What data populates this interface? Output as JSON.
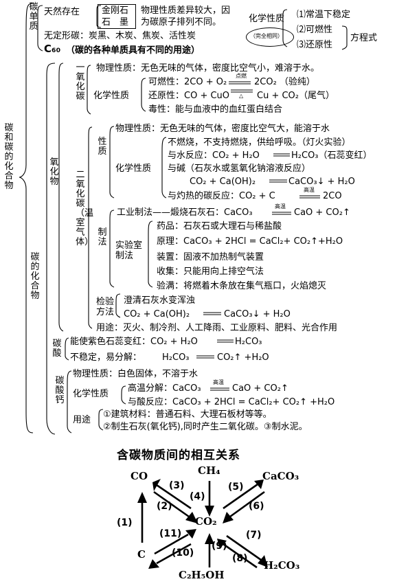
{
  "root": {
    "label": "碳和碳的化合物"
  },
  "carbon": {
    "branch": "碳单质",
    "natural_label": "天然存在",
    "diamond": "金刚石",
    "graphite": "石　墨",
    "natural_note1": "物理性质差异较大，因",
    "natural_note2": "为碳原子排列不同。",
    "chem_prop_label": "化学性质",
    "same_note": "（完全相同）",
    "props": [
      "⑴常温下稳定",
      "⑵可燃性",
      "⑶还原性"
    ],
    "equation_label": "方程式",
    "amorphous": "无定形碳：炭黑、木炭、焦炭、活性炭",
    "c60_formula": "C₆₀",
    "c60_note": "（碳的各种单质具有不同的用途）"
  },
  "compounds": {
    "branch": "碳的化合物",
    "oxide_branch": "氧化物",
    "co": {
      "branch": "一氧化碳",
      "physical": "物理性质：无色无味的气体，密度比空气小，难溶于水。",
      "chem_label": "化学性质",
      "combust": "可燃性：2CO + O₂",
      "combust_cond": "点燃",
      "combust_rhs": "2CO₂  （验纯）",
      "reduce": "还原性：CO + CuO",
      "reduce_cond": "△",
      "reduce_rhs": "Cu + CO₂（尾气）",
      "toxic": "毒性：能与血液中的血红蛋白结合"
    },
    "co2": {
      "branch": "二氧化碳（温室气体）",
      "prop_label": "性质",
      "physical": "物理性质：无色无味的气体，密度比空气大，能溶于水",
      "chem_label": "化学性质",
      "no_burn": "不燃烧，不支持燃烧，供给呼吸。（灯火实验）",
      "water": "与水反应：CO₂ + H₂O",
      "water_rhs": "H₂CO₃（石蕊变红）",
      "base": "与碱（石灰水或氢氧化钠溶液反应）",
      "base_eq": "CO₂ + Ca(OH)₂",
      "base_rhs": "CaCO₃↓ + H₂O",
      "carbon_react": "与灼热的碳反应：CO₂ + C",
      "carbon_cond": "高温",
      "carbon_rhs": "2CO",
      "make_label": "制法",
      "industry": "工业制法——煅烧石灰石：CaCO₃",
      "industry_cond": "高温",
      "industry_rhs": "CaO + CO₂↑",
      "lab_label": "实验室制法",
      "drugs": "药品：石灰石或大理石与稀盐酸",
      "principle": "原理：CaCO₃ + 2HCl = CaCl₂+ CO₂↑+H₂O",
      "device": "装置：固液不加热制气装置",
      "collect": "收集：只能用向上排空气法",
      "full": "验满：将燃着木条放在集气瓶口，火焰熄灭",
      "test_label": "检验方法",
      "test1": "澄清石灰水变浑浊",
      "test_eq": "CO₂ + Ca(OH)₂",
      "test_rhs": "CaCO₃↓ + H₂O",
      "uses": "用途：灭火、制冷剂、人工降雨、工业原料、肥料、光合作用"
    },
    "acid": {
      "branch": "碳酸",
      "litmus": "能使紫色石蕊变红：CO₂ + H₂O",
      "litmus_rhs": "H₂CO₃",
      "unstable": "不稳定，易分解：",
      "unstable_eq": "H₂CO₃",
      "unstable_rhs": "CO₂↑ +H₂O"
    },
    "caco3": {
      "branch": "碳酸钙",
      "physical": "物理性质：白色固体，不溶于水",
      "chem_label": "化学性质",
      "decomp": "高温分解：CaCO₃",
      "decomp_cond": "高温",
      "decomp_rhs": "CaO + CO₂↑",
      "acid": "与酸反应：CaCO₃ + 2HCl = CaCl₂+ CO₂↑ +H₂O",
      "use_label": "用途",
      "use1": "①建筑材料：普通石料、大理石板材等等。",
      "use2": "②制生石灰(氧化钙),同时产生二氧化碳。③制水泥。"
    }
  },
  "relation": {
    "title": "含碳物质间的相互关系",
    "co": "CO",
    "ch4": "CH₄",
    "caco3": "CaCO₃",
    "co2": "CO₂",
    "c": "C",
    "ethanol": "C₂H₅OH",
    "h2co3": "H₂CO₃",
    "labels": [
      "(1)",
      "(2)",
      "(3)",
      "(4)",
      "(5)",
      "(6)",
      "(7)",
      "(8)",
      "(9)",
      "(10)",
      "(11)"
    ]
  }
}
